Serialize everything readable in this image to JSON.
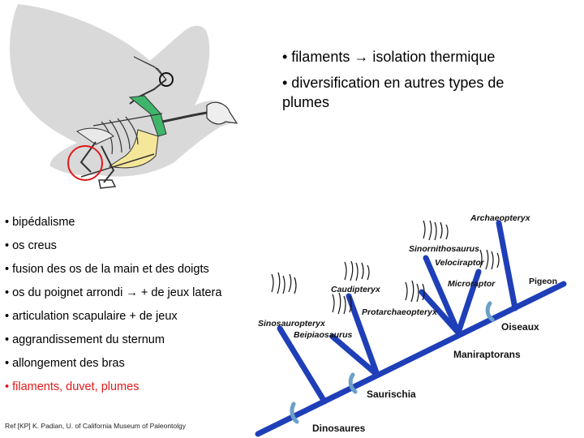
{
  "top_bullets": [
    {
      "prefix": "• filaments ",
      "arrow": "→",
      "suffix": " isolation thermique"
    },
    {
      "text": "• diversification en autres types de plumes"
    }
  ],
  "features": [
    {
      "text": "• bipédalisme",
      "color": "#000000"
    },
    {
      "text": "• os creus",
      "color": "#000000"
    },
    {
      "text": "• fusion des os de la main et des doigts",
      "color": "#000000"
    },
    {
      "text": "• os du poignet arrondi → + de jeux latera",
      "color": "#000000"
    },
    {
      "text": "• articulation scapulaire + de jeux",
      "color": "#000000"
    },
    {
      "text": "• aggrandissement du sternum",
      "color": "#000000"
    },
    {
      "text": "• allongement des bras",
      "color": "#000000"
    },
    {
      "text": "• filaments, duvet, plumes",
      "color": "#e0191b"
    }
  ],
  "reference": "Ref [KP] K. Padian, U. of California Museum of Paleontolgy",
  "tree": {
    "taxa": {
      "sinosauropteryx": "Sinosauropteryx",
      "beipiaosaurus": "Beipiaosaurus",
      "caudipteryx": "Caudipteryx",
      "protarchaeopteryx": "Protarchaeopteryx",
      "sinornithosaurus": "Sinornithosaurus",
      "velociraptor": "Velociraptor",
      "microraptor": "Microraptor",
      "archaeopteryx": "Archaeopteryx",
      "pigeon": "Pigeon"
    },
    "clades": {
      "dinosaures": "Dinosaures",
      "saurischia": "Saurischia",
      "maniraptorans": "Maniraptorans",
      "oiseaux": "Oiseaux"
    }
  },
  "colors": {
    "branch": "#1f3fb8",
    "node_marker": "#6aa0c8",
    "highlight_red": "#e0191b",
    "bird_silhouette": "#d9d9d9",
    "wing_bone": "#7fa7e0",
    "shoulder": "#3fb56b",
    "sternum": "#f5e79a"
  }
}
